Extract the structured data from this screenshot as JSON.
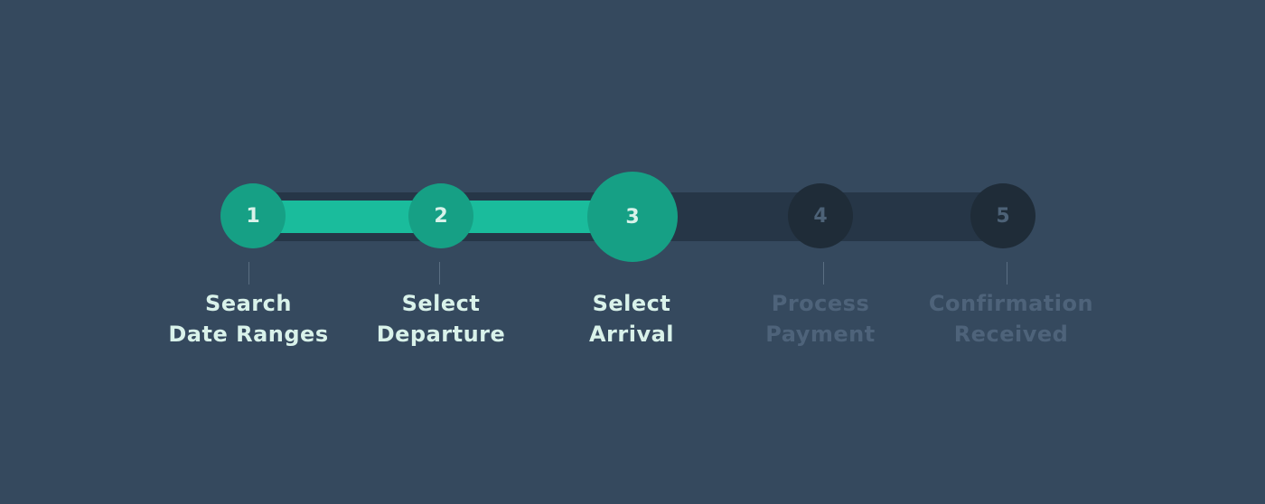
{
  "progress": {
    "current_step": 3,
    "total_steps": 5,
    "completed_fraction": 0.5
  },
  "colors": {
    "background": "#35495e",
    "track": "#263647",
    "track_fill": "#1abc9c",
    "circle_active": "#16a085",
    "circle_pending": "#1f2c38",
    "label_active": "#d9f2ea",
    "label_pending": "#4e637a"
  },
  "steps": [
    {
      "number": "1",
      "line1": "Search",
      "line2": "Date Ranges",
      "state": "done"
    },
    {
      "number": "2",
      "line1": "Select",
      "line2": "Departure",
      "state": "done"
    },
    {
      "number": "3",
      "line1": "Select",
      "line2": "Arrival",
      "state": "active"
    },
    {
      "number": "4",
      "line1": "Process",
      "line2": "Payment",
      "state": "pending"
    },
    {
      "number": "5",
      "line1": "Confirmation",
      "line2": "Received",
      "state": "pending"
    }
  ]
}
